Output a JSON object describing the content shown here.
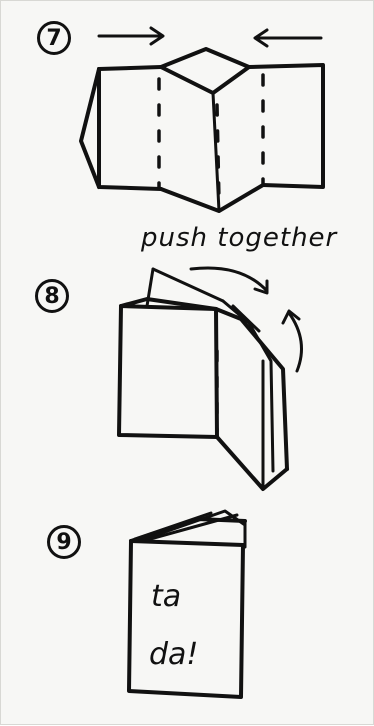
{
  "steps": [
    {
      "number": "7"
    },
    {
      "number": "8",
      "caption": "push together"
    },
    {
      "number": "9",
      "book_text_line1": "ta",
      "book_text_line2": "da!"
    }
  ],
  "colors": {
    "ink": "#111111",
    "paper": "#f7f7f5"
  }
}
